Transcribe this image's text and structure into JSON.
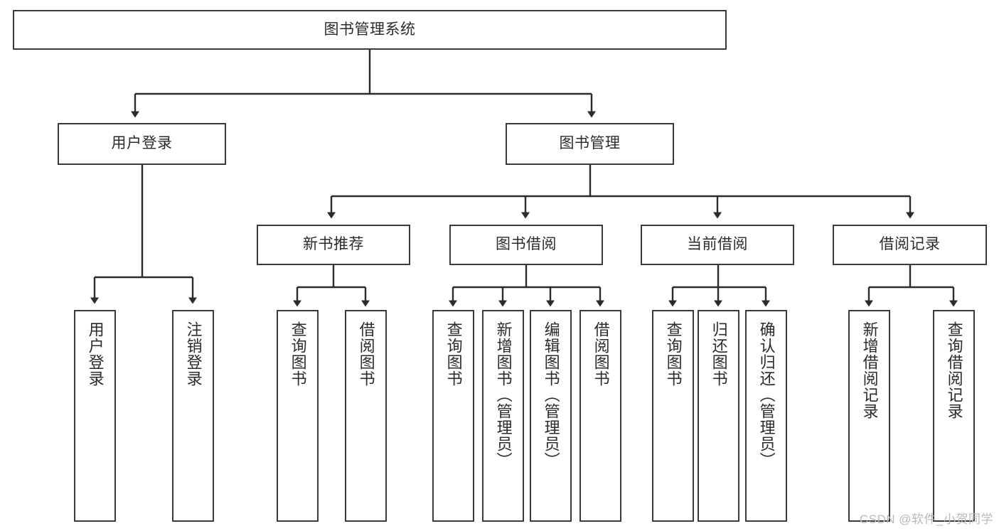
{
  "diagram": {
    "title": "图书管理系统",
    "type": "hierarchy-tree",
    "watermark": "CSDN @软件_小贺同学",
    "colors": {
      "box_border": "#3a3a3a",
      "box_fill": "#ffffff",
      "connector": "#2b2b2b",
      "text": "#2b2b2b",
      "watermark": "#b9b9b9"
    },
    "levels": {
      "root": {
        "label": "图书管理系统"
      },
      "level2": [
        {
          "label": "用户登录"
        },
        {
          "label": "图书管理"
        }
      ],
      "level3": [
        {
          "label": "新书推荐"
        },
        {
          "label": "图书借阅"
        },
        {
          "label": "当前借阅"
        },
        {
          "label": "借阅记录"
        }
      ],
      "leaves": {
        "user_login": [
          {
            "label": "用户登录"
          },
          {
            "label": "注销登录"
          }
        ],
        "new_book_recommend": [
          {
            "label": "查询图书"
          },
          {
            "label": "借阅图书"
          }
        ],
        "book_borrow": [
          {
            "label": "查询图书"
          },
          {
            "label": "新增图书（管理员）"
          },
          {
            "label": "编辑图书（管理员）"
          },
          {
            "label": "借阅图书"
          }
        ],
        "current_borrow": [
          {
            "label": "查询图书"
          },
          {
            "label": "归还图书"
          },
          {
            "label": "确认归还（管理员）"
          }
        ],
        "borrow_record": [
          {
            "label": "新增借阅记录"
          },
          {
            "label": "查询借阅记录"
          }
        ]
      }
    }
  }
}
